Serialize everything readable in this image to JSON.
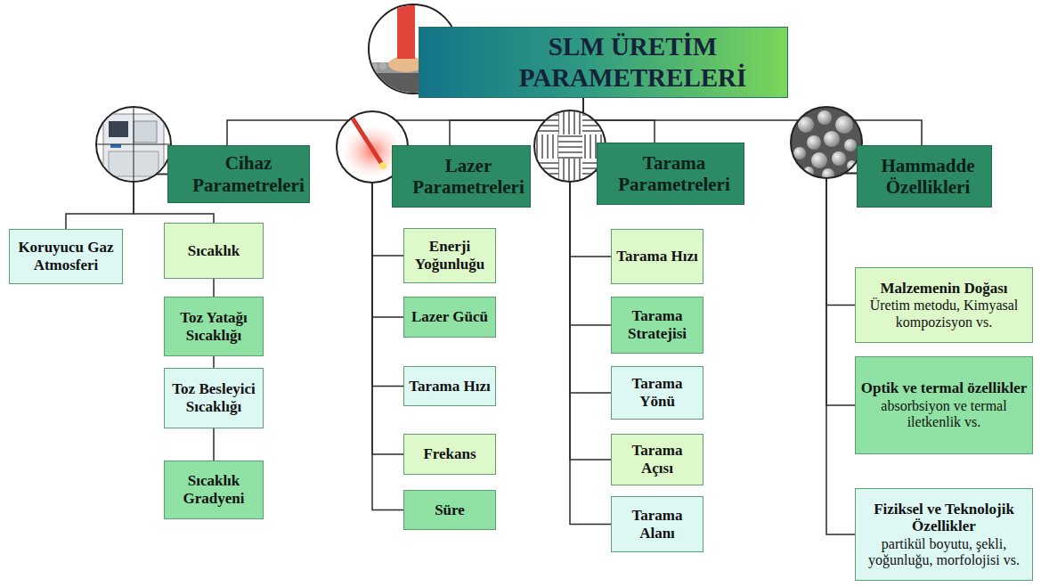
{
  "diagram": {
    "nodes": [
      {
        "text": [
          "SLM ÜRETİM PARAMETRELERİ"
        ]
      },
      {
        "text": [
          "Cihaz Parametreleri"
        ]
      },
      {
        "text": [
          "Lazer Parametreleri"
        ]
      },
      {
        "text": [
          "Tarama Parametreleri"
        ]
      },
      {
        "text": [
          "Hammadde Özellikleri"
        ]
      },
      {
        "text": [
          "Koruyucu Gaz Atmosferi"
        ]
      },
      {
        "text": [
          "Sıcaklık"
        ]
      },
      {
        "text": [
          "Toz Yatağı Sıcaklığı"
        ]
      },
      {
        "text": [
          "Toz Besleyici Sıcaklığı"
        ]
      },
      {
        "text": [
          "Sıcaklık Gradyeni"
        ]
      },
      {
        "text": [
          "Enerji Yoğunluğu"
        ]
      },
      {
        "text": [
          "Lazer Gücü"
        ]
      },
      {
        "text": [
          "Tarama Hızı"
        ]
      },
      {
        "text": [
          "Frekans"
        ]
      },
      {
        "text": [
          "Süre"
        ]
      },
      {
        "text": [
          "Tarama Hızı"
        ]
      },
      {
        "text": [
          "Tarama Stratejisi"
        ]
      },
      {
        "text": [
          "Tarama Yönü"
        ]
      },
      {
        "text": [
          "Tarama Açısı"
        ]
      },
      {
        "text": [
          "Tarama Alanı"
        ]
      },
      {
        "text": [
          "Malzemenin Doğası",
          "Üretim metodu, Kimyasal kompozisyon vs."
        ]
      },
      {
        "text": [
          "Optik ve termal özellikler",
          "absorbsiyon ve termal iletkenlik vs."
        ]
      },
      {
        "text": [
          "Fiziksel ve Teknolojik Özellikler",
          "partikül boyutu, şekli, yoğunluğu, morfolojisi vs."
        ]
      }
    ],
    "edges": [
      {
        "from": 0,
        "to": 1,
        "arrow": "none"
      },
      {
        "from": 0,
        "to": 2,
        "arrow": "none"
      },
      {
        "from": 0,
        "to": 3,
        "arrow": "none"
      },
      {
        "from": 0,
        "to": 4,
        "arrow": "none"
      },
      {
        "from": 1,
        "to": 5,
        "arrow": "none"
      },
      {
        "from": 1,
        "to": 6,
        "arrow": "none"
      },
      {
        "from": 6,
        "to": 7,
        "arrow": "none"
      },
      {
        "from": 7,
        "to": 8,
        "arrow": "none"
      },
      {
        "from": 8,
        "to": 9,
        "arrow": "none"
      },
      {
        "from": 2,
        "to": 10,
        "arrow": "none"
      },
      {
        "from": 2,
        "to": 11,
        "arrow": "none"
      },
      {
        "from": 2,
        "to": 12,
        "arrow": "none"
      },
      {
        "from": 2,
        "to": 13,
        "arrow": "none"
      },
      {
        "from": 2,
        "to": 14,
        "arrow": "none"
      },
      {
        "from": 3,
        "to": 15,
        "arrow": "none"
      },
      {
        "from": 3,
        "to": 16,
        "arrow": "none"
      },
      {
        "from": 3,
        "to": 17,
        "arrow": "none"
      },
      {
        "from": 3,
        "to": 18,
        "arrow": "none"
      },
      {
        "from": 3,
        "to": 19,
        "arrow": "none"
      },
      {
        "from": 4,
        "to": 20,
        "arrow": "none"
      },
      {
        "from": 4,
        "to": 21,
        "arrow": "none"
      },
      {
        "from": 4,
        "to": 22,
        "arrow": "none"
      }
    ]
  }
}
